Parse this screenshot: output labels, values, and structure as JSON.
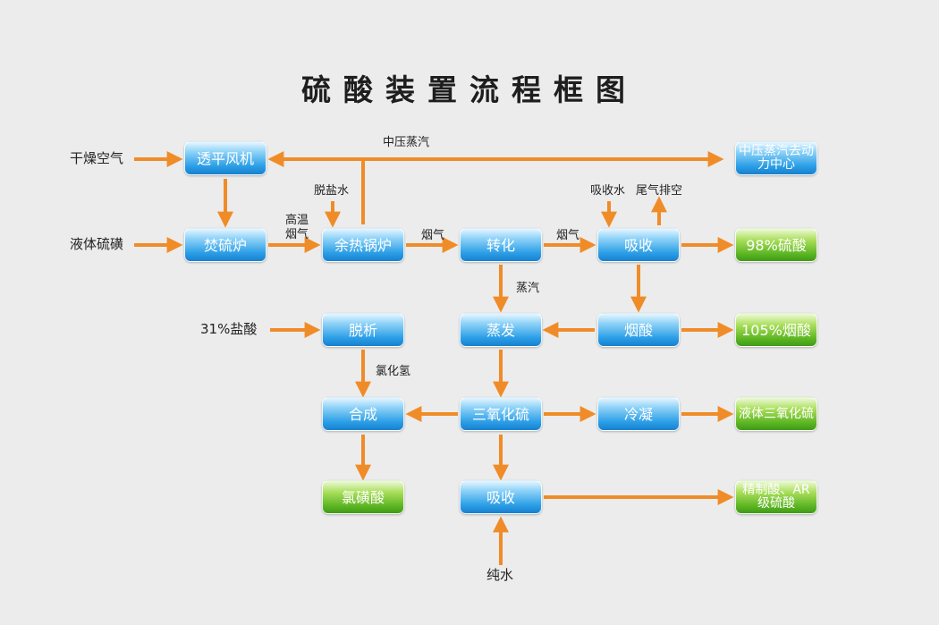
{
  "title": "硫酸装置流程框图",
  "colors": {
    "arrow": "#f08c28",
    "blue_box": "#2b9ee6",
    "green_box": "#59b321"
  },
  "nodes": {
    "fan": "透平风机",
    "furnace": "焚硫炉",
    "boiler": "余热锅炉",
    "conversion": "转化",
    "absorb1": "吸收",
    "steam_out": "中压蒸汽去动力中心",
    "acid98": "98%硫酸",
    "desorb": "脱析",
    "evaporate": "蒸发",
    "oleum": "烟酸",
    "oleum105": "105%烟酸",
    "synthesis": "合成",
    "so3": "三氧化硫",
    "condense": "冷凝",
    "liquid_so3": "液体三氧化硫",
    "chlorosulfonic": "氯磺酸",
    "absorb2": "吸收",
    "refined": "精制酸、AR级硫酸"
  },
  "inputs": {
    "dry_air": "干燥空气",
    "liquid_sulfur": "液体硫磺",
    "hcl31": "31%盐酸",
    "pure_water": "纯水"
  },
  "labels": {
    "mp_steam": "中压蒸汽",
    "desalted_water": "脱盐水",
    "hot_flue": "高温烟气",
    "flue1": "烟气",
    "flue2": "烟气",
    "absorb_water": "吸收水",
    "tail_gas": "尾气排空",
    "steam": "蒸汽",
    "hcl_gas": "氯化氢"
  }
}
